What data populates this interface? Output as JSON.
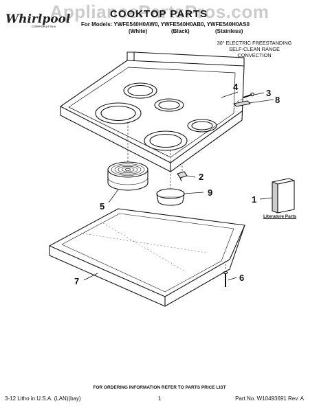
{
  "watermark": "AppliancePartsPros.com",
  "brand": {
    "name": "Whirlpool",
    "sub": "CORPORATION"
  },
  "header": {
    "title": "COOKTOP PARTS",
    "models": "For Models: YWFE540H0AW0, YWFE540H0AB0, YWFE540H0AS0",
    "variants": [
      "(White)",
      "(Black)",
      "(Stainless)"
    ]
  },
  "description": [
    "30\" ELECTRIC FREESTANDING",
    "SELF-CLEAN RANGE",
    "CONVECTION"
  ],
  "callouts": [
    "1",
    "2",
    "3",
    "4",
    "5",
    "6",
    "7",
    "8",
    "9"
  ],
  "literature_label": "Literature Parts",
  "footer": {
    "ordering": "FOR ORDERING INFORMATION REFER TO PARTS PRICE LIST",
    "litho": "3-12 Litho in U.S.A. (LAN)(bay)",
    "page": "1",
    "part_no": "Part No. W10493691 Rev. A"
  }
}
